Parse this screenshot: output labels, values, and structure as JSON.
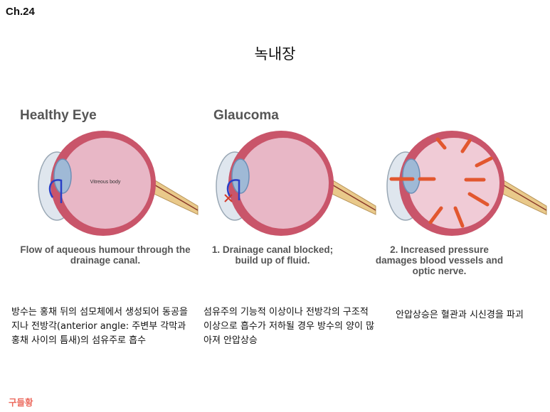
{
  "header": {
    "chapter": "Ch.24",
    "title": "녹내장"
  },
  "panels": [
    {
      "title": "Healthy Eye",
      "label": "Vitreous body",
      "caption": "Flow of aqueous humour through the drainage canal.",
      "description": "방수는 홍채 뒤의 섬모체에서 생성되어 동공을 지나 전방각(anterior angle: 주변부 각막과 홍채 사이의 틈새)의 섬유주로 흡수"
    },
    {
      "title": "Glaucoma",
      "caption": "1. Drainage canal blocked; build up of fluid.",
      "description": "섬유주의 기능적 이상이나 전방각의 구조적 이상으로 흡수가 저하될 경우 방수의 양이 많아져 안압상승"
    },
    {
      "title": "",
      "caption": "2. Increased pressure damages blood vessels and optic nerve.",
      "description": "안압상승은 혈관과 시신경을 파괴"
    }
  ],
  "footer": {
    "author": "구들황"
  },
  "colors": {
    "author": "#ec6a5e",
    "sclera": "#c9556a",
    "vitreous": "#e8b7c6",
    "nerve": "#e9c98a",
    "arrow": "#e2572f",
    "flow": "#2a3fc6"
  }
}
